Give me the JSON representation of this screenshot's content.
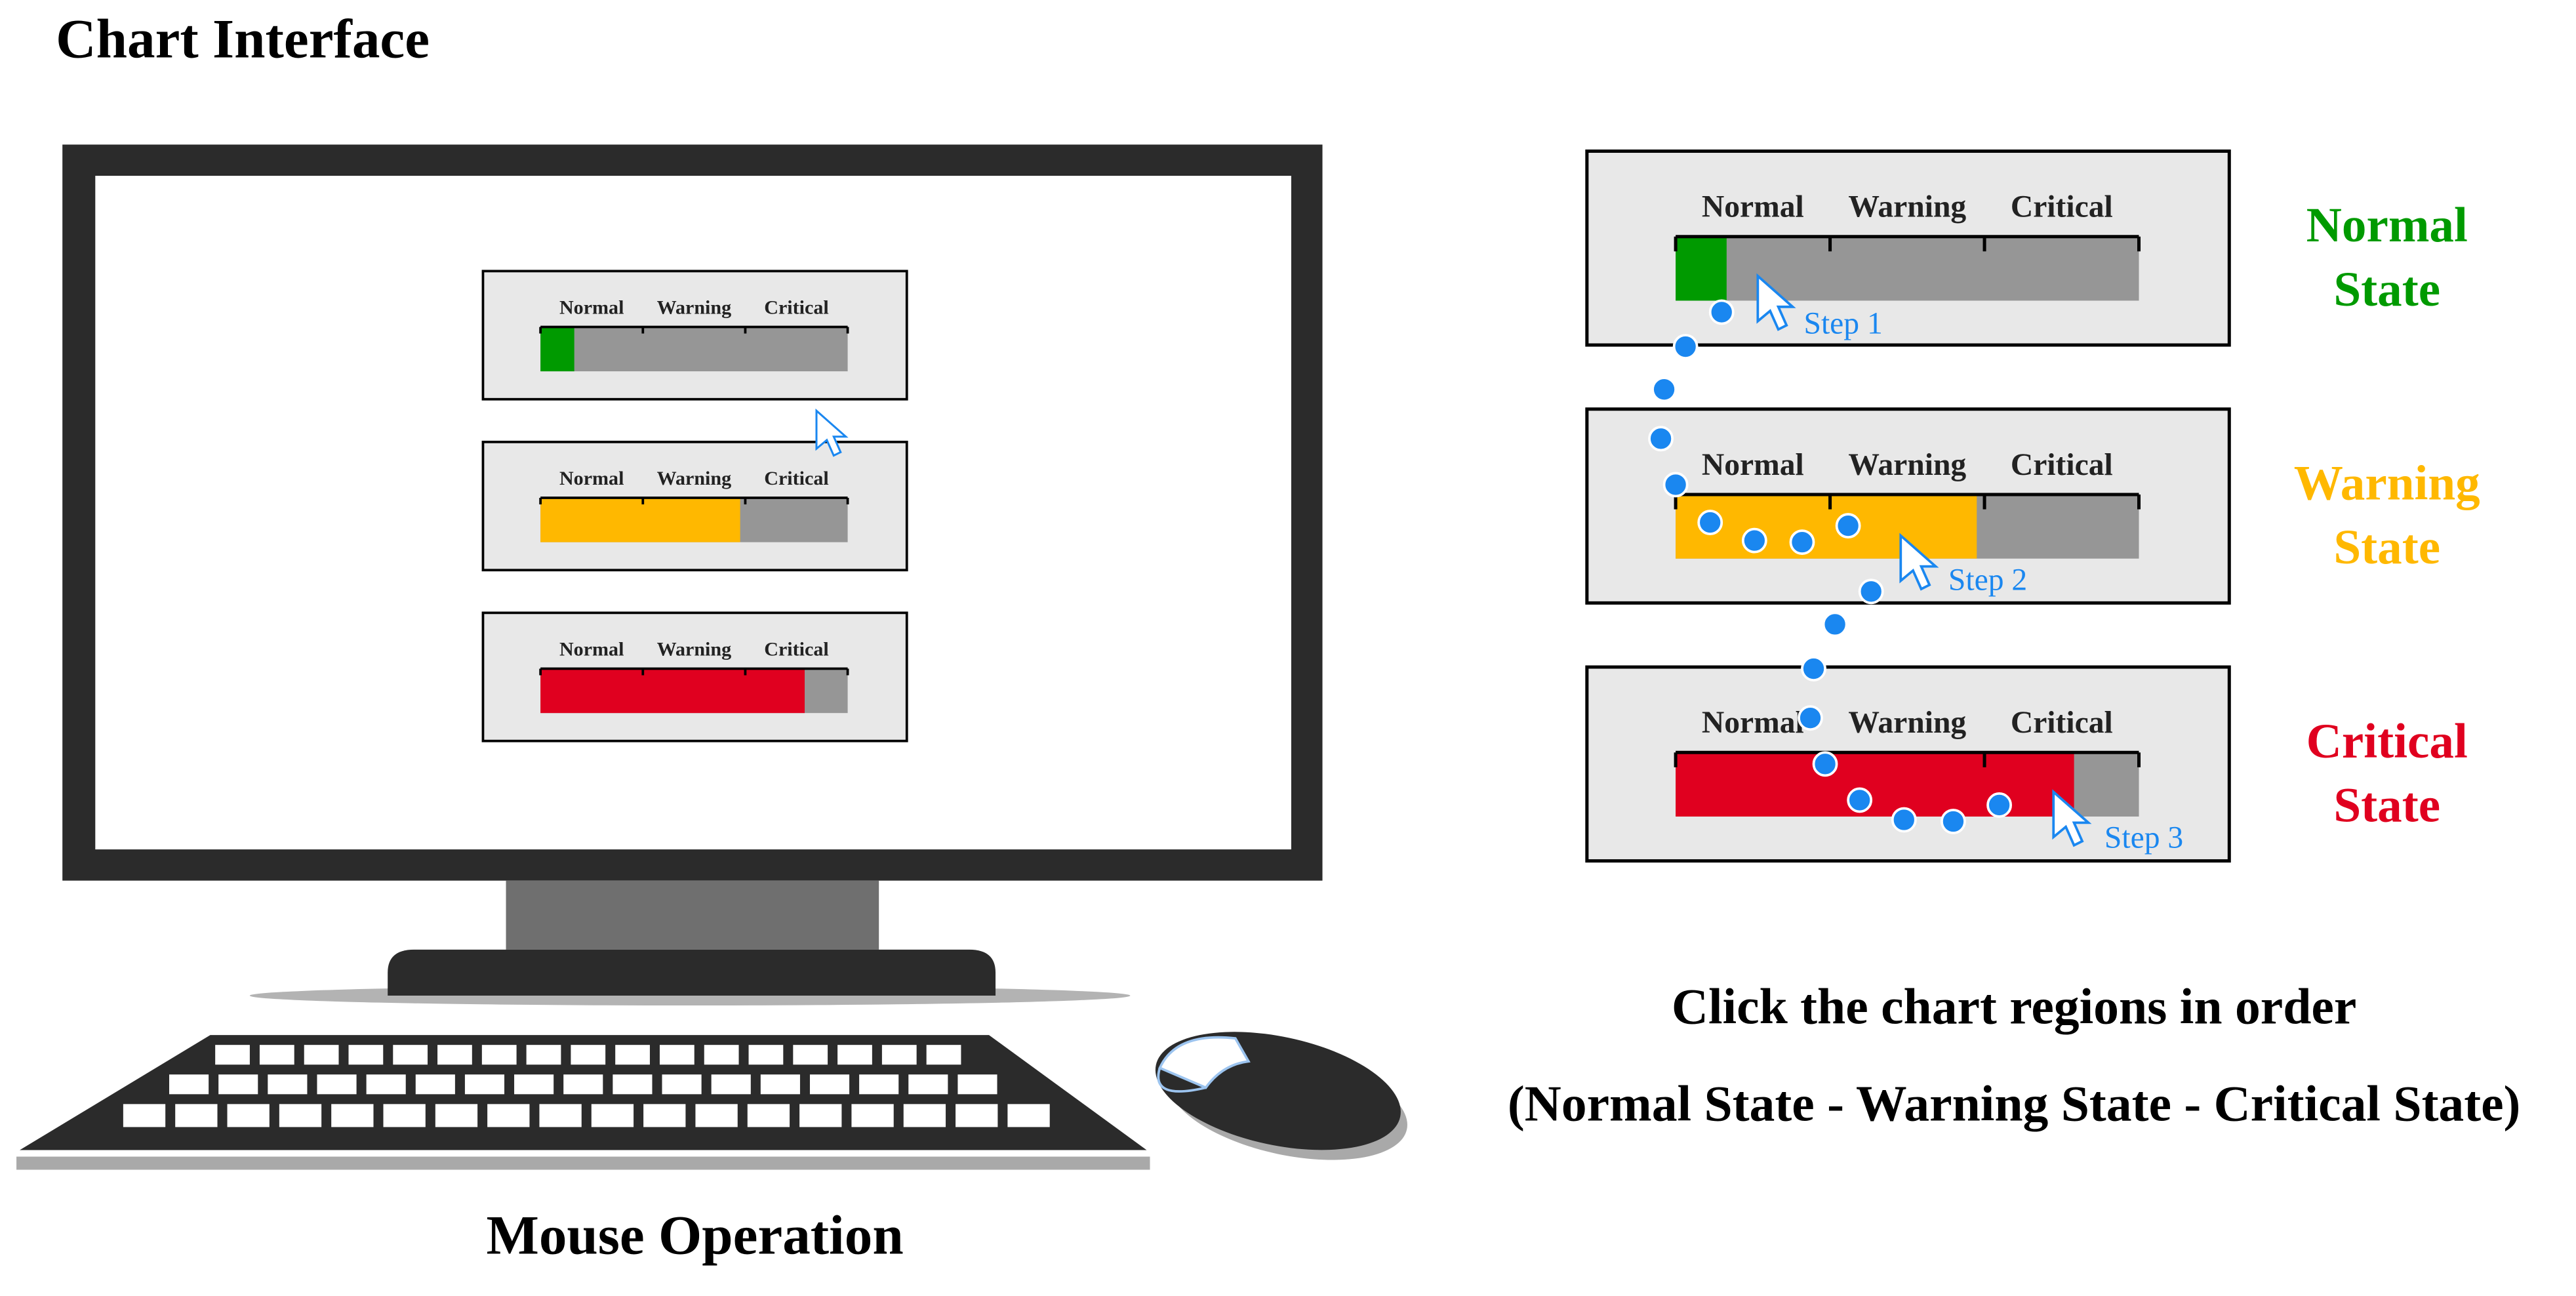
{
  "title": "Chart Interface",
  "caption_left": "Mouse Operation",
  "instruction": {
    "line1": "Click the chart regions in order",
    "line2": "(Normal State - Warning State - Critical State)"
  },
  "segment_labels": [
    "Normal",
    "Warning",
    "Critical"
  ],
  "colors": {
    "normal": "#009a00",
    "warning": "#ffb800",
    "critical": "#e0001f",
    "empty": "#969696",
    "panel": "#e8e8e8",
    "step": "#1a87f0"
  },
  "gauges": [
    {
      "state": "normal",
      "fill": 0.11
    },
    {
      "state": "warning",
      "fill": 0.65
    },
    {
      "state": "critical",
      "fill": 0.86
    }
  ],
  "states": [
    {
      "line1": "Normal",
      "line2": "State",
      "color": "#009a00"
    },
    {
      "line1": "Warning",
      "line2": "State",
      "color": "#ffb800"
    },
    {
      "line1": "Critical",
      "line2": "State",
      "color": "#e0001f"
    }
  ],
  "steps": [
    "Step 1",
    "Step 2",
    "Step 3"
  ],
  "icons": {
    "cursor": "arrow-cursor-icon",
    "monitor": "monitor-icon",
    "keyboard": "keyboard-icon",
    "mouse": "mouse-icon"
  }
}
